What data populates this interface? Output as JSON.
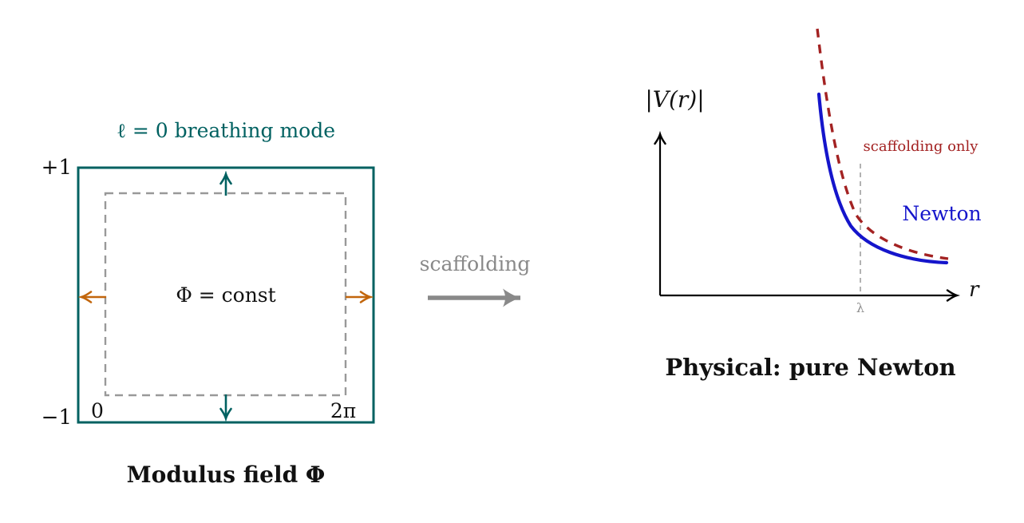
{
  "colors": {
    "teal": "#006161",
    "orange": "#c2660c",
    "gray_dash": "#999999",
    "gray_arrow": "#898989",
    "blue": "#1515cb",
    "dark_red": "#a32222",
    "lambda_gray": "#8f8f8f",
    "axis_black": "#000000"
  },
  "left_panel": {
    "title": "ℓ = 0 breathing mode",
    "axis_top_label": "+1",
    "axis_bottom_label": "−1",
    "axis_origin_label": "0",
    "axis_right_label": "2π",
    "center_label": "Φ = const",
    "caption": "Modulus field Φ"
  },
  "transition": {
    "label": "scaffolding"
  },
  "right_panel": {
    "y_axis_label": "|V(r)|",
    "x_axis_label": "r",
    "crossover_label": "λ",
    "caption": "Physical: pure Newton",
    "curves": [
      {
        "label": "Newton",
        "style": "solid",
        "color": "#1515cb"
      },
      {
        "label": "scaffolding only",
        "style": "dashed",
        "color": "#a32222"
      }
    ]
  }
}
